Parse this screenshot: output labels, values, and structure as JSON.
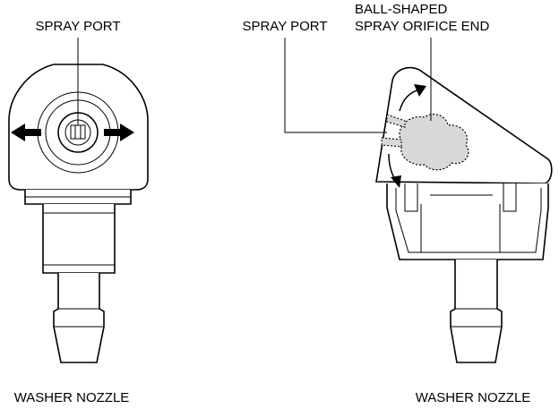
{
  "left_view": {
    "spray_port_label": "SPRAY PORT",
    "caption": "WASHER NOZZLE"
  },
  "right_view": {
    "spray_port_label": "SPRAY PORT",
    "ball_label_line1": "BALL-SHAPED",
    "ball_label_line2": "SPRAY ORIFICE END",
    "caption": "WASHER NOZZLE"
  },
  "colors": {
    "ball_fill": "#d8d8d8",
    "line": "#000000",
    "background": "#ffffff"
  }
}
